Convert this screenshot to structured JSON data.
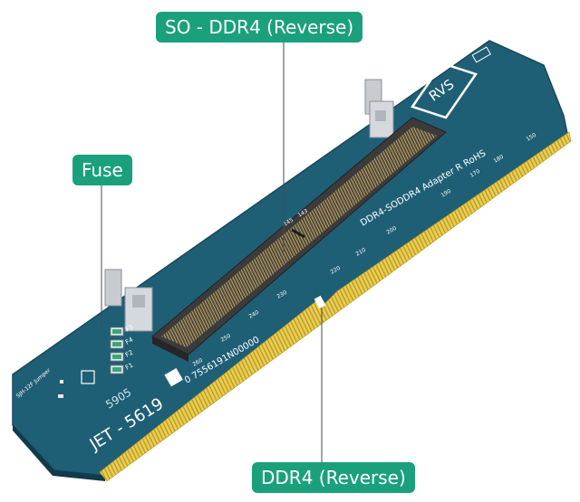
{
  "callouts": {
    "top": "SO - DDR4 (Reverse)",
    "fuse": "Fuse",
    "bottom": "DDR4 (Reverse)"
  },
  "board": {
    "logo": "RVS",
    "silk_main": "DDR4-SODDR4  Adapter  R  RoHS",
    "model": "JET - 5619",
    "code": "5905",
    "serial": "0  7556191N00000",
    "small_left": "SJH-12F Jumper",
    "fuse_labels": [
      "F3",
      "F4",
      "F2",
      "F1"
    ],
    "pin_marks": [
      "260",
      "250",
      "240",
      "230",
      "220",
      "210",
      "200",
      "190",
      "180",
      "170",
      "150",
      "145",
      "143"
    ]
  },
  "colors": {
    "pcb": "#1f5f76",
    "slot": "#3b3b3b",
    "gold": "#e2c541",
    "accent": "#1aa17c"
  }
}
